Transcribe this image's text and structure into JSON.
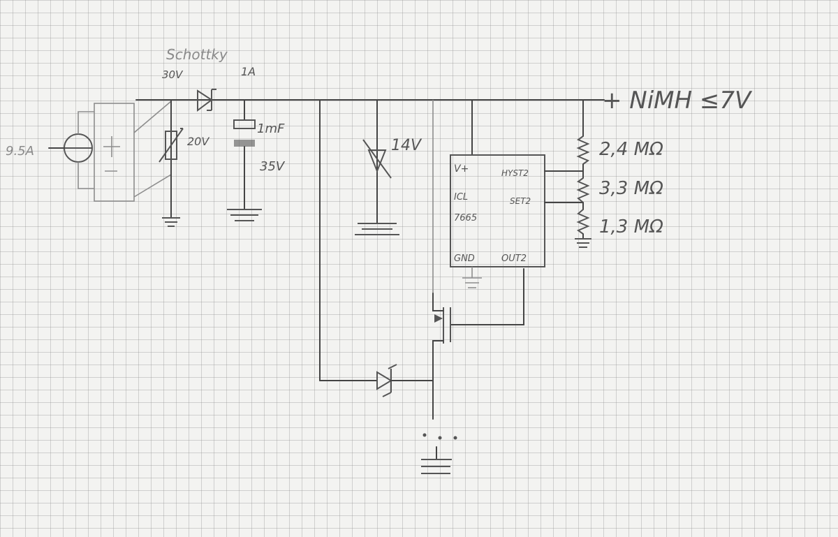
{
  "labels": {
    "source": "9.5A",
    "schottky": "Schottky",
    "schottky_voltage": "30V",
    "schottky_current": "1A",
    "zener_input": "20V",
    "cap_value": "1mF",
    "cap_voltage": "35V",
    "zener_mid": "14V",
    "battery": "+ NiMH ≤7V",
    "r1": "2,4 MΩ",
    "r2": "3,3 MΩ",
    "r3": "1,3 MΩ"
  },
  "ic": {
    "vplus": "V+",
    "name_line1": "ICL",
    "name_line2": "7665",
    "hyst": "HYST2",
    "set": "SET2",
    "gnd": "GND",
    "out": "OUT2"
  }
}
